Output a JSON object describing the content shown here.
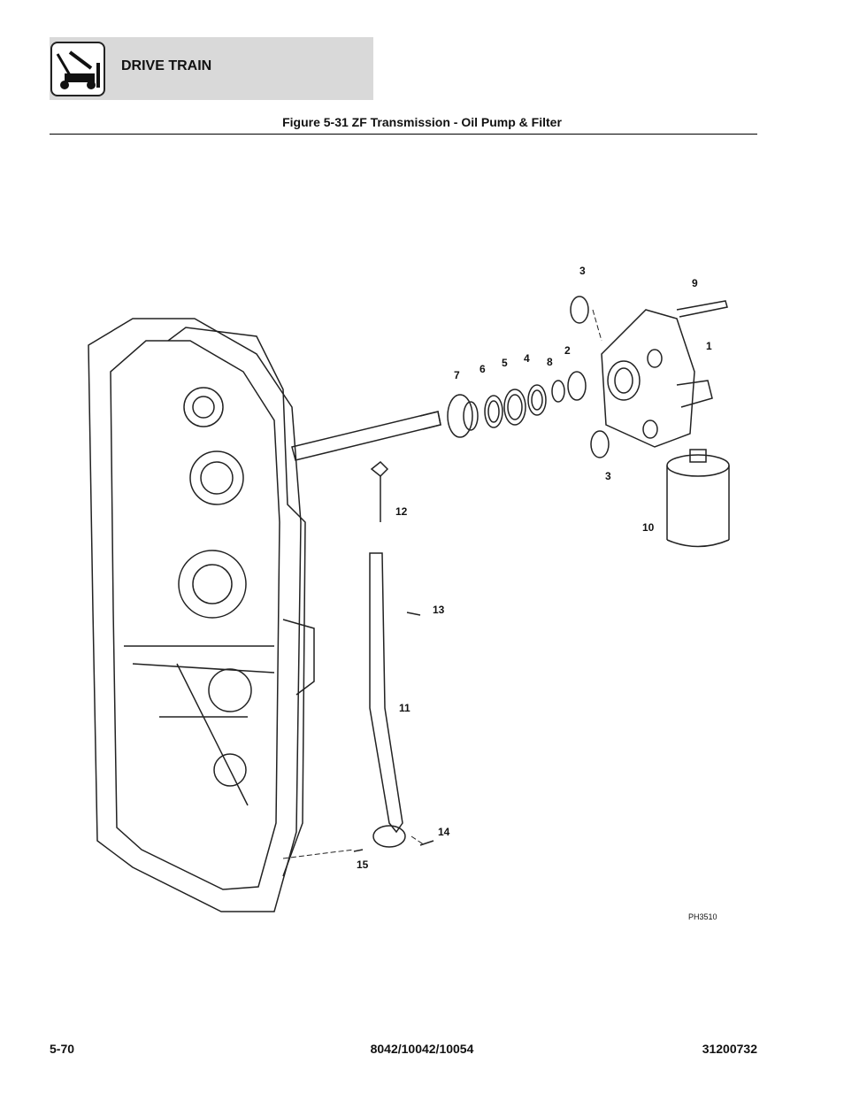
{
  "header": {
    "section": "DRIVE TRAIN",
    "logo_icon": "vehicle-drive-train-icon"
  },
  "figure": {
    "title": "Figure 5-31 ZF Transmission - Oil Pump & Filter",
    "art_id": "PH3510"
  },
  "callouts": {
    "c3a": "3",
    "c9": "9",
    "c1": "1",
    "c7": "7",
    "c6": "6",
    "c5": "5",
    "c4": "4",
    "c8": "8",
    "c2": "2",
    "c3b": "3",
    "c10": "10",
    "c12": "12",
    "c13": "13",
    "c11": "11",
    "c14": "14",
    "c15": "15"
  },
  "footer": {
    "page": "5-70",
    "models": "8042/10042/10054",
    "doc_number": "31200732"
  }
}
